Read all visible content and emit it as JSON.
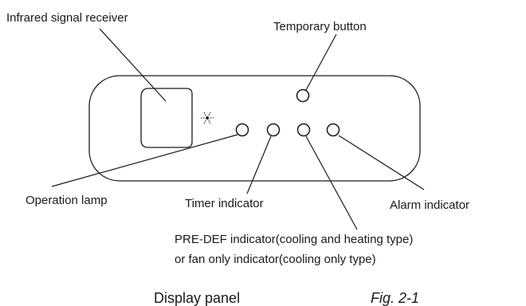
{
  "labels": {
    "infrared": "Infrared signal receiver",
    "temporary": "Temporary button",
    "operation": "Operation lamp",
    "timer": "Timer indicator",
    "alarm": "Alarm indicator",
    "predef_line1": "PRE-DEF indicator(cooling and heating type)",
    "predef_line2": "or fan only indicator(cooling only type)"
  },
  "caption": {
    "title": "Display panel",
    "figure": "Fig. 2-1"
  },
  "icons": {
    "snowflake": "snowflake-icon"
  }
}
